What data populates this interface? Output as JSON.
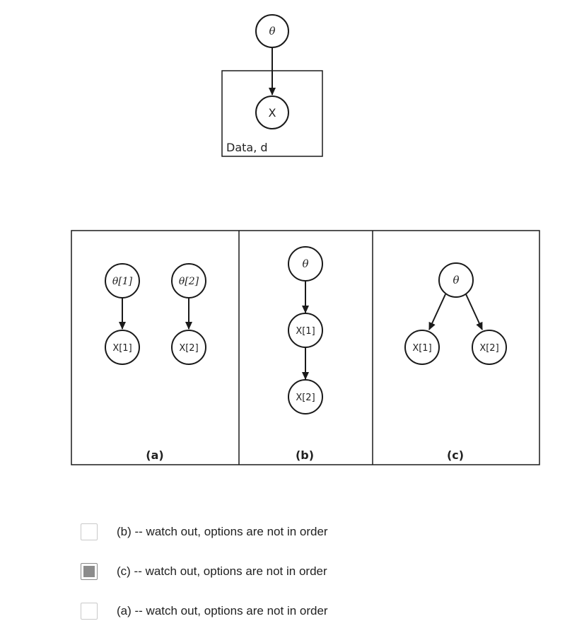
{
  "top_diagram": {
    "parent_node": "θ",
    "child_node": "X",
    "plate_label": "Data, d"
  },
  "panel_a": {
    "nodes": [
      "θ[1]",
      "θ[2]",
      "X[1]",
      "X[2]"
    ],
    "caption": "(a)"
  },
  "panel_b": {
    "nodes": [
      "θ",
      "X[1]",
      "X[2]"
    ],
    "caption": "(b)"
  },
  "panel_c": {
    "nodes": [
      "θ",
      "X[1]",
      "X[2]"
    ],
    "caption": "(c)"
  },
  "options": [
    {
      "label": "(b) -- watch out, options are not in order",
      "checked": false
    },
    {
      "label": "(c) -- watch out, options are not in order",
      "checked": true
    },
    {
      "label": "(a) -- watch out, options are not in order",
      "checked": false
    }
  ]
}
